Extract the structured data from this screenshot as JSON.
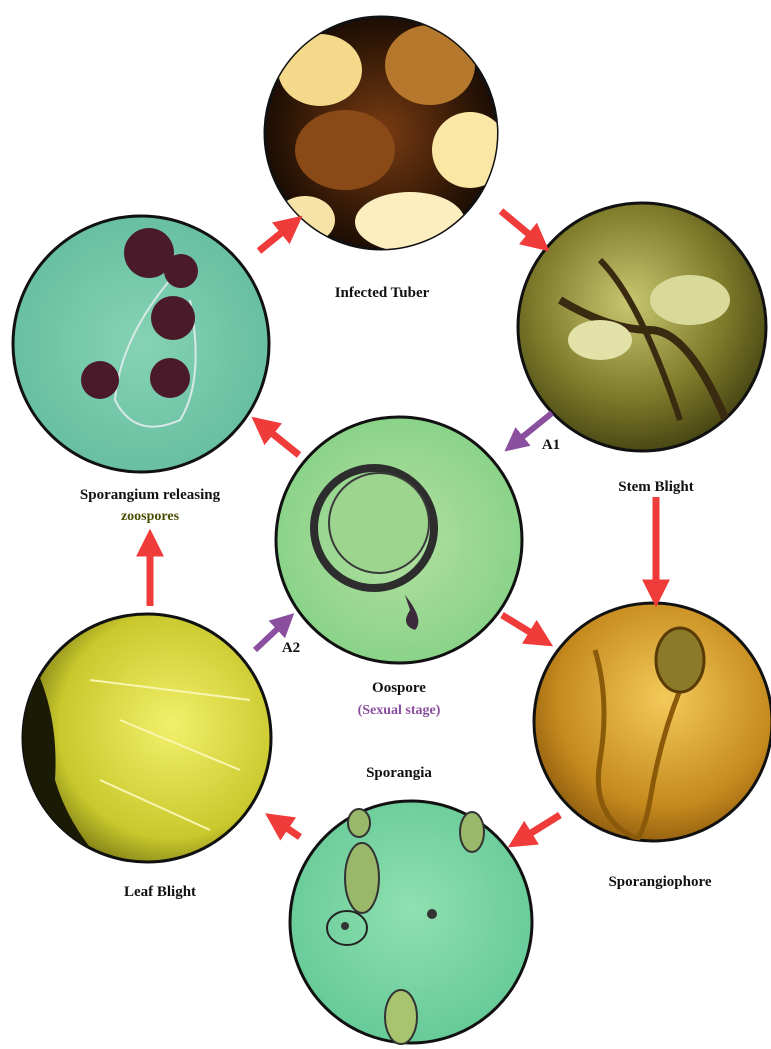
{
  "nodes": {
    "infected_tuber": {
      "label": "Infected Tuber"
    },
    "stem_blight": {
      "label": "Stem Blight"
    },
    "sporangiophore": {
      "label": "Sporangiophore"
    },
    "sporangia": {
      "label": "Sporangia"
    },
    "leaf_blight": {
      "label": "Leaf Blight"
    },
    "sporangium_releasing": {
      "label_line1": "Sporangium releasing",
      "label_line2": "zoospores"
    },
    "oospore": {
      "label": "Oospore",
      "sublabel": "(Sexual stage)"
    }
  },
  "mating_types": {
    "a1": "A1",
    "a2": "A2"
  },
  "colors": {
    "arrow": "#f03b3b",
    "mating_arrow": "#8a4f9e",
    "sexual_stage_text": "#8a4f9e",
    "zoospores_text": "#4b4b00"
  },
  "edges": [
    {
      "from": "infected_tuber",
      "to": "stem_blight"
    },
    {
      "from": "stem_blight",
      "to": "sporangiophore"
    },
    {
      "from": "sporangiophore",
      "to": "sporangia"
    },
    {
      "from": "sporangia",
      "to": "leaf_blight"
    },
    {
      "from": "leaf_blight",
      "to": "sporangium_releasing"
    },
    {
      "from": "sporangium_releasing",
      "to": "infected_tuber"
    },
    {
      "from": "stem_blight",
      "to": "oospore",
      "label": "A1"
    },
    {
      "from": "leaf_blight",
      "to": "oospore",
      "label": "A2"
    },
    {
      "from": "oospore",
      "to": "sporangium_releasing"
    },
    {
      "from": "oospore",
      "to": "sporangiophore"
    }
  ]
}
